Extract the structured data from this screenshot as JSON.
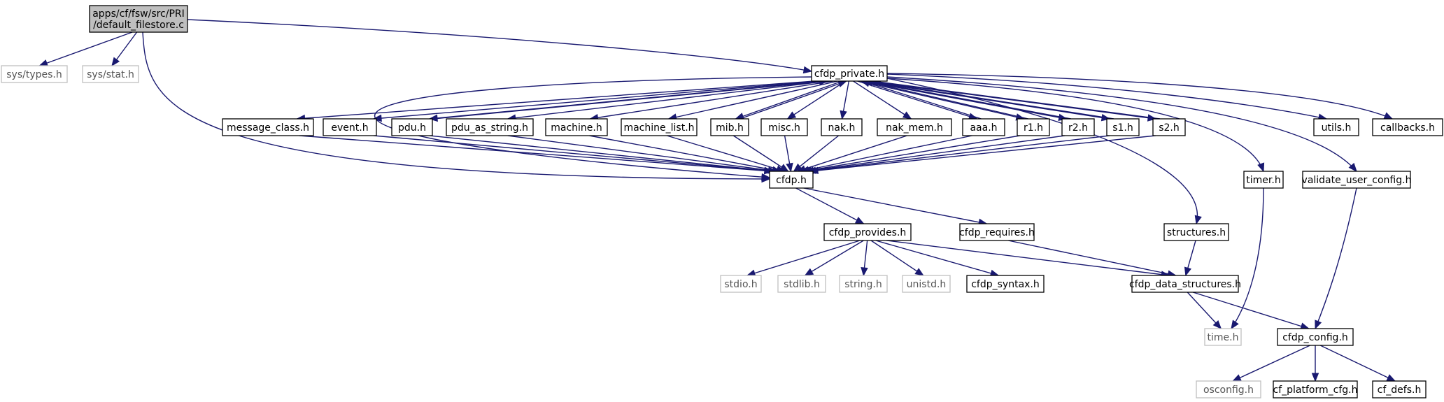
{
  "diagram": {
    "nodes": [
      {
        "id": "root",
        "lines": [
          "apps/cf/fsw/src/PRI",
          "/default_filestore.c"
        ],
        "kind": "root"
      },
      {
        "id": "sys_types",
        "lines": [
          "sys/types.h"
        ],
        "kind": "ext"
      },
      {
        "id": "sys_stat",
        "lines": [
          "sys/stat.h"
        ],
        "kind": "ext"
      },
      {
        "id": "cfdp_private",
        "lines": [
          "cfdp_private.h"
        ],
        "kind": "std"
      },
      {
        "id": "message_class",
        "lines": [
          "message_class.h"
        ],
        "kind": "std"
      },
      {
        "id": "event",
        "lines": [
          "event.h"
        ],
        "kind": "std"
      },
      {
        "id": "pdu",
        "lines": [
          "pdu.h"
        ],
        "kind": "std"
      },
      {
        "id": "pdu_as_string",
        "lines": [
          "pdu_as_string.h"
        ],
        "kind": "std"
      },
      {
        "id": "machine",
        "lines": [
          "machine.h"
        ],
        "kind": "std"
      },
      {
        "id": "machine_list",
        "lines": [
          "machine_list.h"
        ],
        "kind": "std"
      },
      {
        "id": "mib",
        "lines": [
          "mib.h"
        ],
        "kind": "std"
      },
      {
        "id": "misc",
        "lines": [
          "misc.h"
        ],
        "kind": "std"
      },
      {
        "id": "nak",
        "lines": [
          "nak.h"
        ],
        "kind": "std"
      },
      {
        "id": "nak_mem",
        "lines": [
          "nak_mem.h"
        ],
        "kind": "std"
      },
      {
        "id": "aaa",
        "lines": [
          "aaa.h"
        ],
        "kind": "std"
      },
      {
        "id": "r1",
        "lines": [
          "r1.h"
        ],
        "kind": "std"
      },
      {
        "id": "r2",
        "lines": [
          "r2.h"
        ],
        "kind": "std"
      },
      {
        "id": "s1",
        "lines": [
          "s1.h"
        ],
        "kind": "std"
      },
      {
        "id": "s2",
        "lines": [
          "s2.h"
        ],
        "kind": "std"
      },
      {
        "id": "utils",
        "lines": [
          "utils.h"
        ],
        "kind": "std"
      },
      {
        "id": "callbacks",
        "lines": [
          "callbacks.h"
        ],
        "kind": "std"
      },
      {
        "id": "cfdp",
        "lines": [
          "cfdp.h"
        ],
        "kind": "std"
      },
      {
        "id": "timer",
        "lines": [
          "timer.h"
        ],
        "kind": "std"
      },
      {
        "id": "validate_user_config",
        "lines": [
          "validate_user_config.h"
        ],
        "kind": "std"
      },
      {
        "id": "structures",
        "lines": [
          "structures.h"
        ],
        "kind": "std"
      },
      {
        "id": "cfdp_provides",
        "lines": [
          "cfdp_provides.h"
        ],
        "kind": "std"
      },
      {
        "id": "cfdp_requires",
        "lines": [
          "cfdp_requires.h"
        ],
        "kind": "std"
      },
      {
        "id": "stdio",
        "lines": [
          "stdio.h"
        ],
        "kind": "ext"
      },
      {
        "id": "stdlib",
        "lines": [
          "stdlib.h"
        ],
        "kind": "ext"
      },
      {
        "id": "string",
        "lines": [
          "string.h"
        ],
        "kind": "ext"
      },
      {
        "id": "unistd",
        "lines": [
          "unistd.h"
        ],
        "kind": "ext"
      },
      {
        "id": "cfdp_syntax",
        "lines": [
          "cfdp_syntax.h"
        ],
        "kind": "std"
      },
      {
        "id": "cfdp_data_structures",
        "lines": [
          "cfdp_data_structures.h"
        ],
        "kind": "std"
      },
      {
        "id": "time",
        "lines": [
          "time.h"
        ],
        "kind": "ext"
      },
      {
        "id": "cfdp_config",
        "lines": [
          "cfdp_config.h"
        ],
        "kind": "std"
      },
      {
        "id": "osconfig",
        "lines": [
          "osconfig.h"
        ],
        "kind": "ext"
      },
      {
        "id": "cf_platform_cfg",
        "lines": [
          "cf_platform_cfg.h"
        ],
        "kind": "std"
      },
      {
        "id": "cf_defs",
        "lines": [
          "cf_defs.h"
        ],
        "kind": "std"
      }
    ],
    "edges": [
      {
        "from": "root",
        "to": "sys_types"
      },
      {
        "from": "root",
        "to": "sys_stat"
      },
      {
        "from": "root",
        "to": "cfdp_private"
      },
      {
        "from": "root",
        "to": "cfdp"
      },
      {
        "from": "cfdp_private",
        "to": "message_class"
      },
      {
        "from": "cfdp_private",
        "to": "event"
      },
      {
        "from": "cfdp_private",
        "to": "pdu"
      },
      {
        "from": "cfdp_private",
        "to": "pdu_as_string"
      },
      {
        "from": "cfdp_private",
        "to": "machine"
      },
      {
        "from": "cfdp_private",
        "to": "machine_list"
      },
      {
        "from": "cfdp_private",
        "to": "mib"
      },
      {
        "from": "cfdp_private",
        "to": "misc"
      },
      {
        "from": "cfdp_private",
        "to": "nak"
      },
      {
        "from": "cfdp_private",
        "to": "nak_mem"
      },
      {
        "from": "cfdp_private",
        "to": "aaa"
      },
      {
        "from": "cfdp_private",
        "to": "r1"
      },
      {
        "from": "cfdp_private",
        "to": "r2"
      },
      {
        "from": "cfdp_private",
        "to": "s1"
      },
      {
        "from": "cfdp_private",
        "to": "s2"
      },
      {
        "from": "cfdp_private",
        "to": "utils"
      },
      {
        "from": "cfdp_private",
        "to": "callbacks"
      },
      {
        "from": "cfdp_private",
        "to": "timer"
      },
      {
        "from": "cfdp_private",
        "to": "validate_user_config"
      },
      {
        "from": "cfdp_private",
        "to": "structures"
      },
      {
        "from": "cfdp_private",
        "to": "cfdp"
      },
      {
        "from": "pdu",
        "to": "cfdp_private"
      },
      {
        "from": "mib",
        "to": "cfdp_private"
      },
      {
        "from": "aaa",
        "to": "cfdp_private"
      },
      {
        "from": "r1",
        "to": "cfdp_private"
      },
      {
        "from": "r2",
        "to": "cfdp_private"
      },
      {
        "from": "s1",
        "to": "cfdp_private"
      },
      {
        "from": "s2",
        "to": "cfdp_private"
      },
      {
        "from": "message_class",
        "to": "cfdp"
      },
      {
        "from": "event",
        "to": "cfdp"
      },
      {
        "from": "pdu",
        "to": "cfdp"
      },
      {
        "from": "pdu_as_string",
        "to": "cfdp"
      },
      {
        "from": "machine",
        "to": "cfdp"
      },
      {
        "from": "machine_list",
        "to": "cfdp"
      },
      {
        "from": "mib",
        "to": "cfdp"
      },
      {
        "from": "misc",
        "to": "cfdp"
      },
      {
        "from": "nak",
        "to": "cfdp"
      },
      {
        "from": "nak_mem",
        "to": "cfdp"
      },
      {
        "from": "aaa",
        "to": "cfdp"
      },
      {
        "from": "r1",
        "to": "cfdp"
      },
      {
        "from": "r2",
        "to": "cfdp"
      },
      {
        "from": "s1",
        "to": "cfdp"
      },
      {
        "from": "s2",
        "to": "cfdp"
      },
      {
        "from": "cfdp",
        "to": "cfdp_provides"
      },
      {
        "from": "cfdp",
        "to": "cfdp_requires"
      },
      {
        "from": "cfdp_provides",
        "to": "stdio"
      },
      {
        "from": "cfdp_provides",
        "to": "stdlib"
      },
      {
        "from": "cfdp_provides",
        "to": "string"
      },
      {
        "from": "cfdp_provides",
        "to": "unistd"
      },
      {
        "from": "cfdp_provides",
        "to": "cfdp_syntax"
      },
      {
        "from": "cfdp_provides",
        "to": "cfdp_data_structures"
      },
      {
        "from": "cfdp_requires",
        "to": "cfdp_data_structures"
      },
      {
        "from": "structures",
        "to": "cfdp_data_structures"
      },
      {
        "from": "cfdp_data_structures",
        "to": "time"
      },
      {
        "from": "cfdp_data_structures",
        "to": "cfdp_config"
      },
      {
        "from": "timer",
        "to": "time"
      },
      {
        "from": "validate_user_config",
        "to": "cfdp_config"
      },
      {
        "from": "cfdp_config",
        "to": "osconfig"
      },
      {
        "from": "cfdp_config",
        "to": "cf_platform_cfg"
      },
      {
        "from": "cfdp_config",
        "to": "cf_defs"
      }
    ]
  }
}
